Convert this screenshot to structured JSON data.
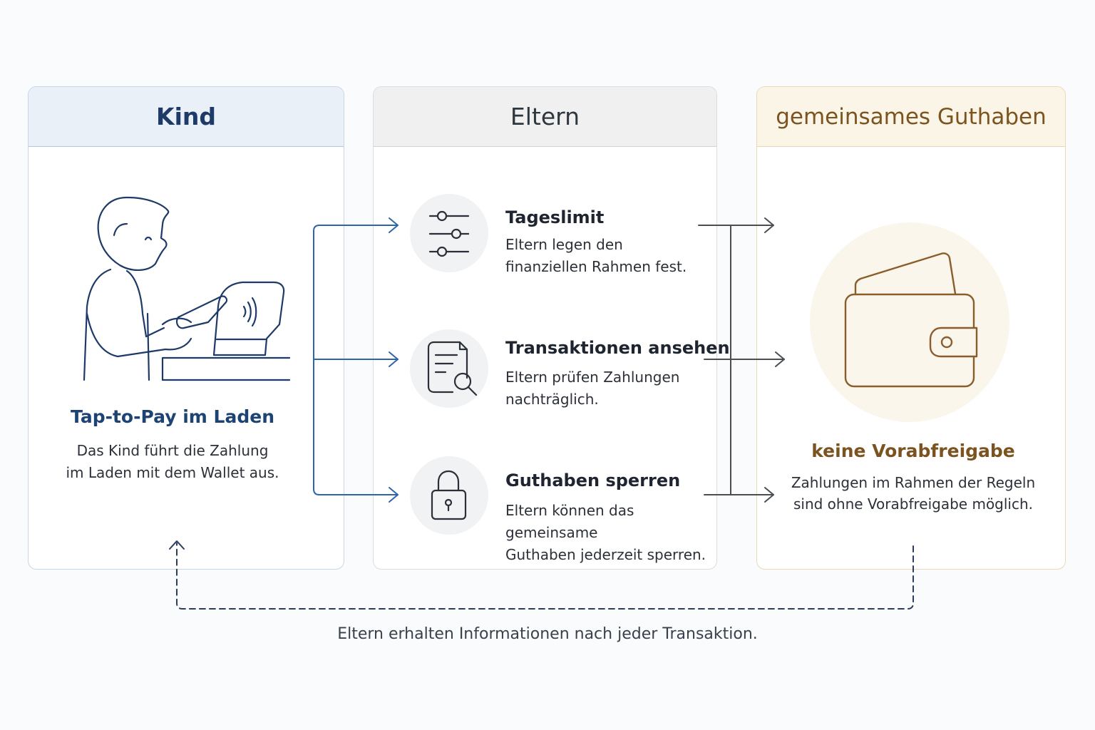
{
  "columns": {
    "kind": {
      "header": "Kind",
      "title": "Tap-to-Pay im Laden",
      "description_lines": [
        "Das Kind führt die Zahlung",
        "im Laden mit dem Wallet aus."
      ],
      "icon": "child-paying-icon"
    },
    "eltern": {
      "header": "Eltern",
      "items": [
        {
          "title": "Tageslimit",
          "description_lines": [
            "Eltern legen den",
            "finanziellen Rahmen fest."
          ],
          "icon": "sliders-icon"
        },
        {
          "title": "Transaktionen ansehen",
          "description_lines": [
            "Eltern prüfen Zahlungen",
            "nachträglich."
          ],
          "icon": "document-search-icon"
        },
        {
          "title": "Guthaben sperren",
          "description_lines": [
            "Eltern können das gemeinsame",
            "Guthaben jederzeit sperren."
          ],
          "icon": "lock-icon"
        }
      ]
    },
    "guthaben": {
      "header": "gemeinsames Guthaben",
      "title": "keine Vorabfreigabe",
      "description_lines": [
        "Zahlungen im Rahmen der Regeln",
        "sind ohne Vorabfreigabe möglich."
      ],
      "icon": "wallet-icon"
    }
  },
  "footer": {
    "text": "Eltern erhalten Informationen nach jeder Transaktion."
  },
  "colors": {
    "kind": "#1d4274",
    "eltern": "#2e3640",
    "guthaben": "#7a5320",
    "arrow_blue": "#2f64a8",
    "arrow_gray": "#4a4d52"
  }
}
